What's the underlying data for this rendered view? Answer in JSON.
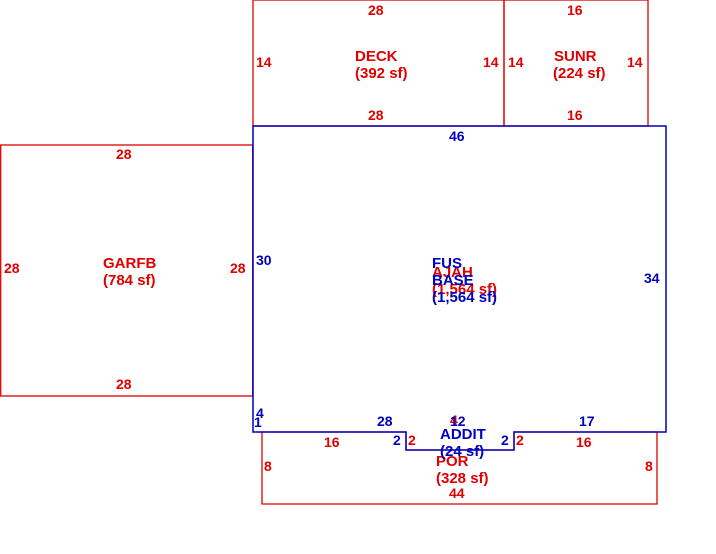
{
  "colors": {
    "red": "#e00000",
    "blue": "#0000c0"
  },
  "areas": {
    "deck": {
      "name": "DECK",
      "area": "(392 sf)"
    },
    "sunr": {
      "name": "SUNR",
      "area": "(224 sf)"
    },
    "garfb": {
      "name": "GARFB",
      "area": "(784 sf)"
    },
    "ajah": {
      "name": "AJAH",
      "area": "(1,564 sf)"
    },
    "fus": {
      "name": "FUS",
      "area": "(1,564 sf)"
    },
    "base": {
      "name": "BASE"
    },
    "por": {
      "name": "POR",
      "area": "(328 sf)"
    },
    "addit": {
      "name": "ADDIT",
      "area": "(24 sf)"
    }
  },
  "dims": {
    "deck_top": "28",
    "deck_left": "14",
    "deck_right": "14",
    "deck_bottom": "28",
    "sunr_top": "16",
    "sunr_left": "14",
    "sunr_right": "14",
    "sunr_bottom": "16",
    "garfb_top": "28",
    "garfb_left": "28",
    "garfb_right": "28",
    "garfb_bottom": "28",
    "main_top": "46",
    "main_left": "30",
    "main_right": "34",
    "main_bottom_left": "28",
    "main_bottom_right": "17",
    "main_step_vert": "4",
    "main_step_horiz": "1",
    "addit_left": "2",
    "addit_right": "2",
    "addit_top": "12",
    "por_top_left": "16",
    "por_top_right": "16",
    "por_step_left": "2",
    "por_step_right": "2",
    "por_step_mid": "4",
    "por_left": "8",
    "por_right": "8",
    "por_bottom": "44"
  }
}
